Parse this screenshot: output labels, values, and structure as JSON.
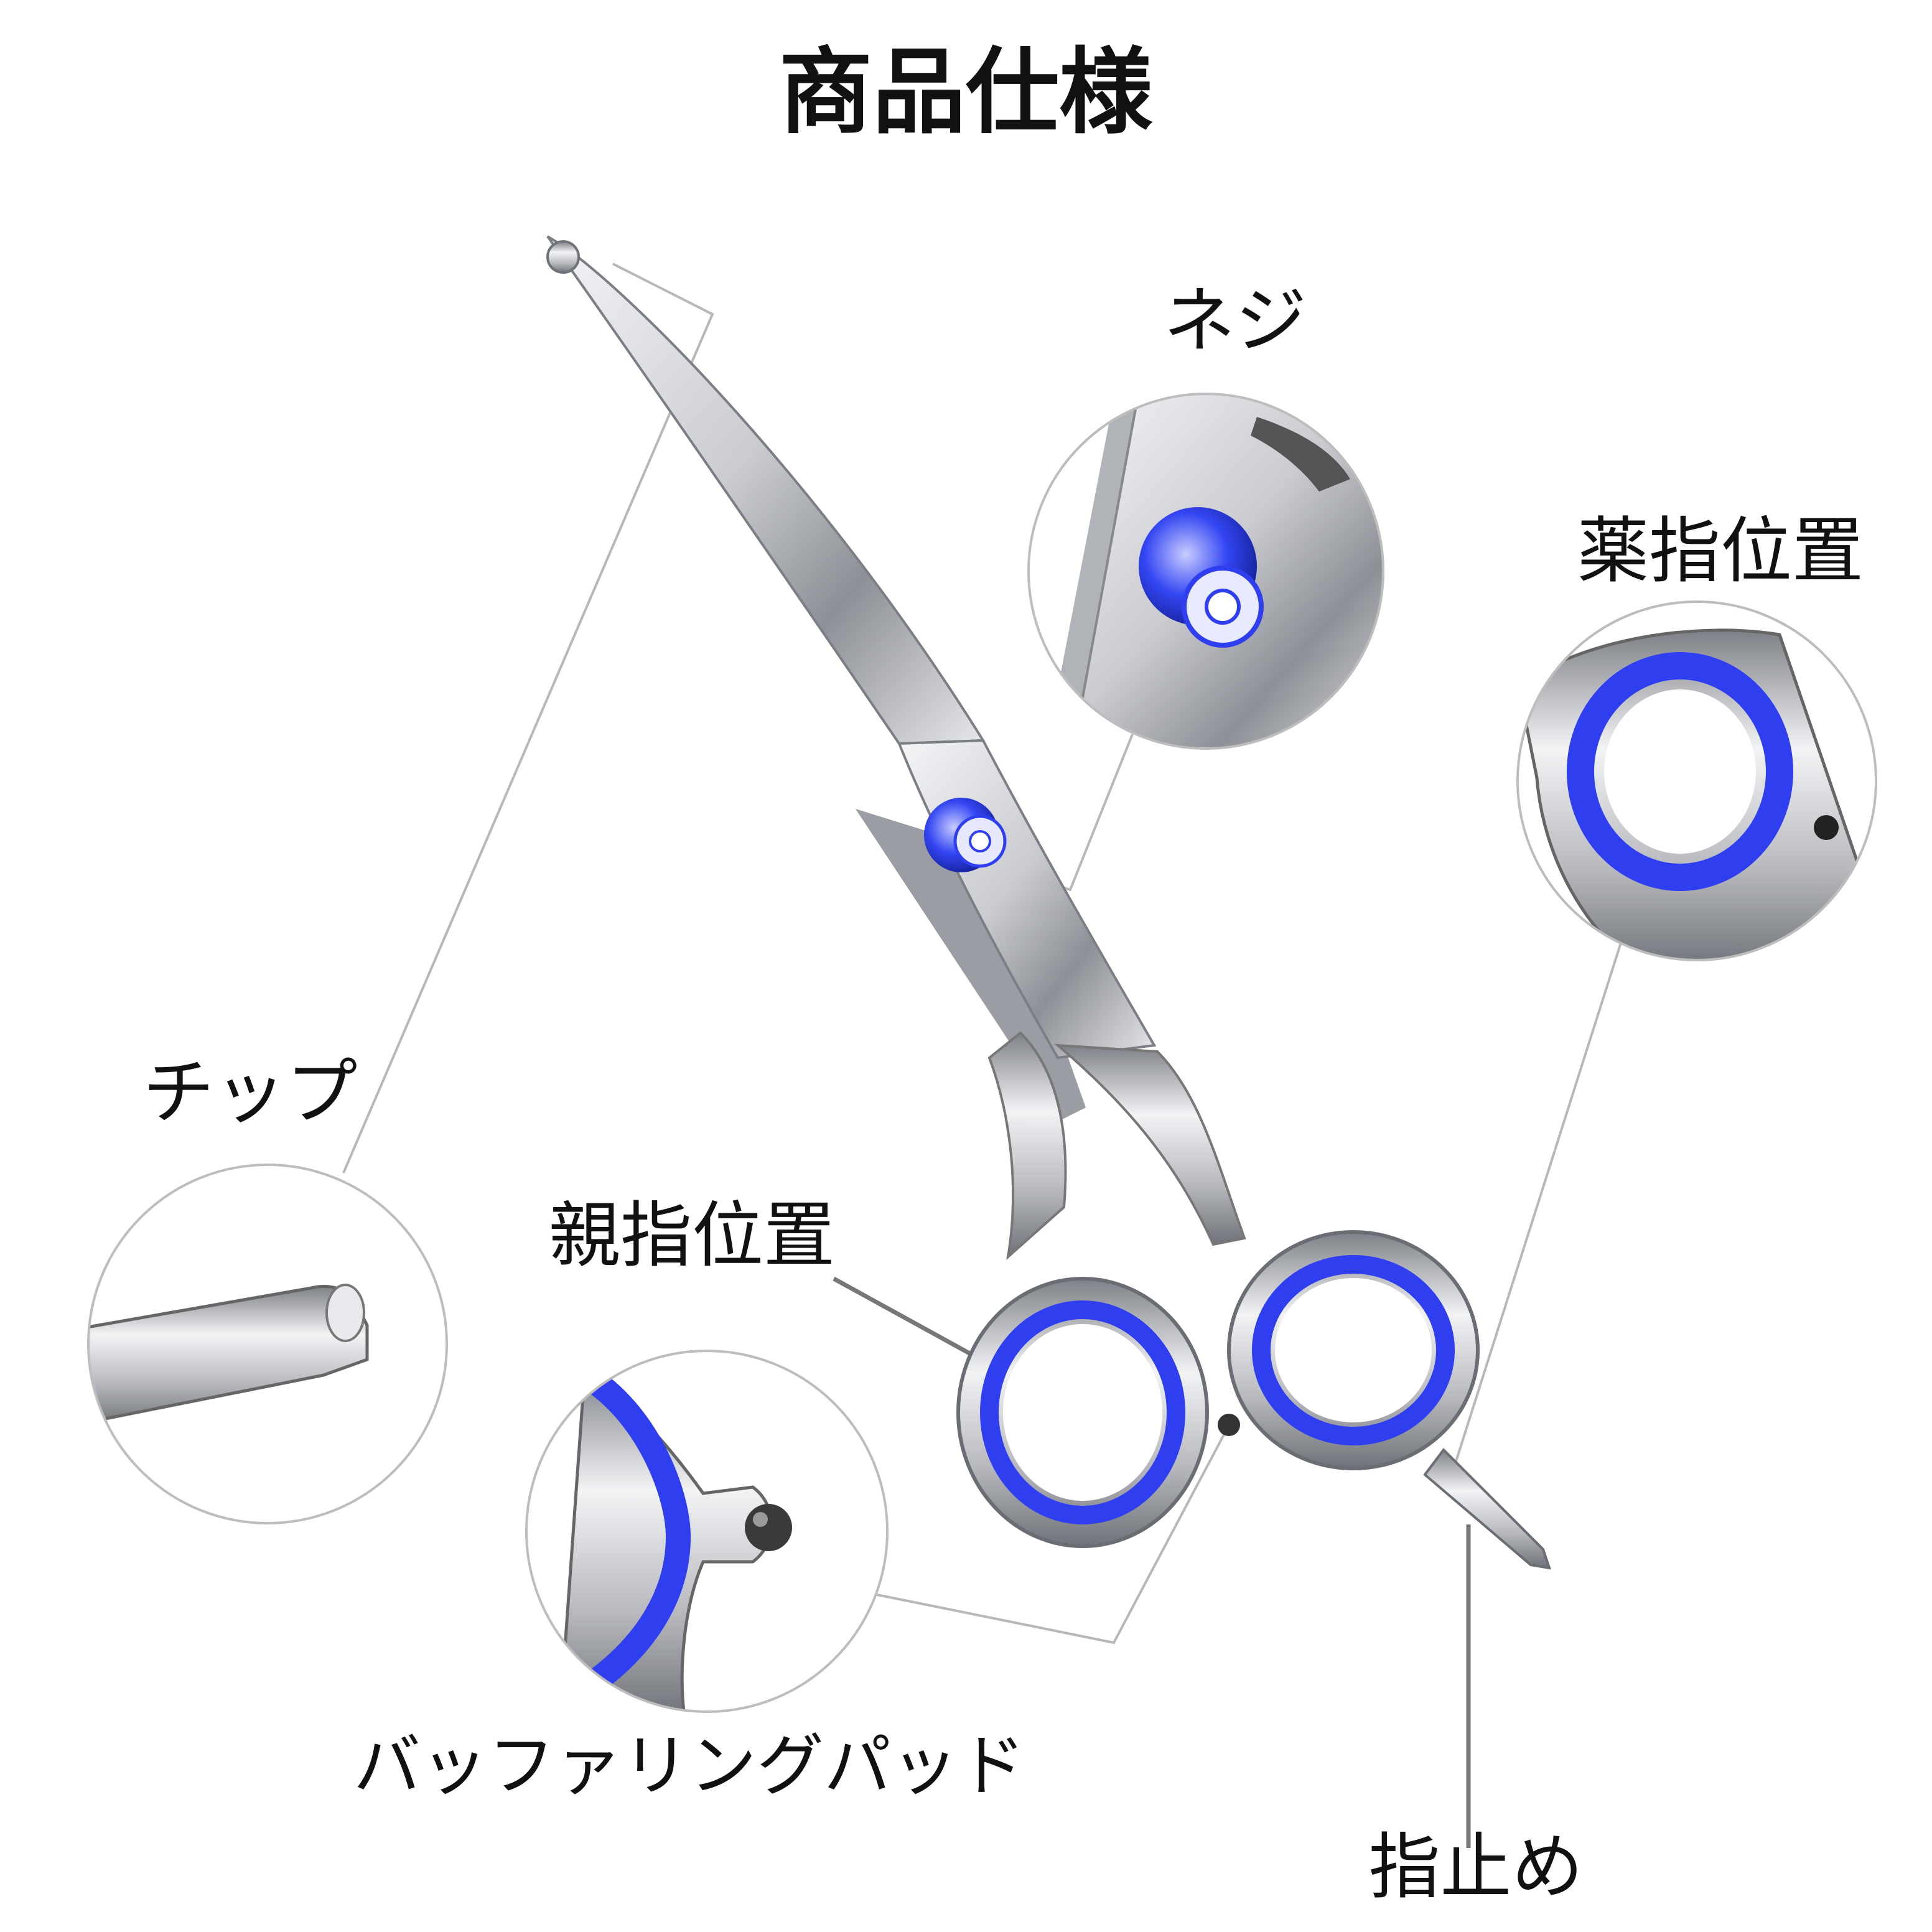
{
  "title": "商品仕様",
  "labels": {
    "tip": "チップ",
    "screw": "ネジ",
    "ring_finger": "薬指位置",
    "thumb": "親指位置",
    "buffer_pad": "バッファリングパッド",
    "finger_rest": "指止め"
  },
  "colors": {
    "accent": "#2f3ff0",
    "steel": "#c8cace",
    "leader_line": "#b8b8b8",
    "circle_border": "#bdbdbd",
    "text": "#111111"
  },
  "icons": [
    "scissors-illustration",
    "screw-icon",
    "buffer-pad-icon",
    "tip-icon",
    "ring-icon"
  ]
}
